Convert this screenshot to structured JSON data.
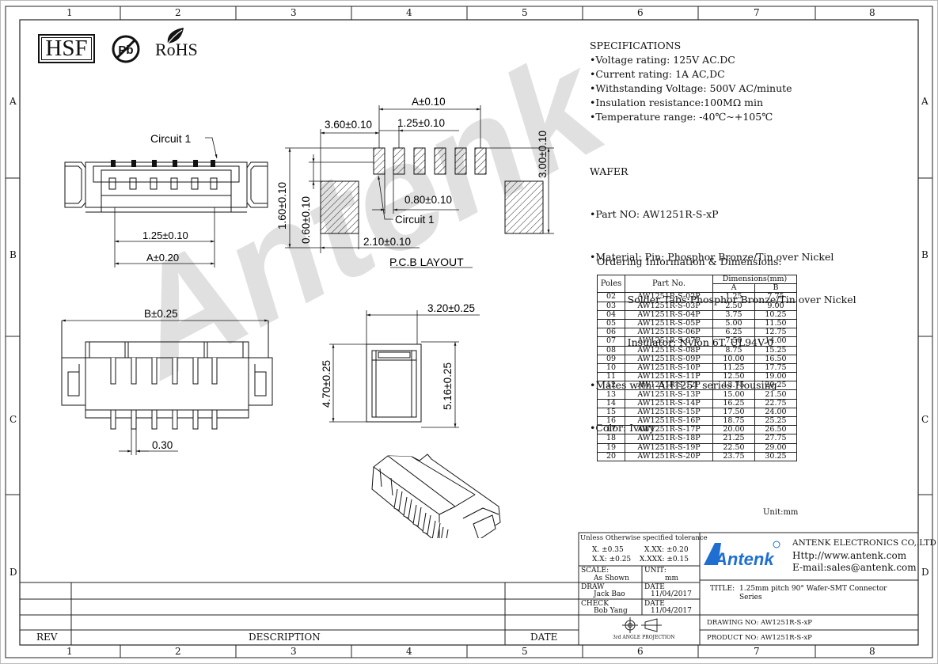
{
  "frame": {
    "columns": [
      "1",
      "2",
      "3",
      "4",
      "5",
      "6",
      "7",
      "8"
    ],
    "rows": [
      "A",
      "B",
      "C",
      "D"
    ]
  },
  "logos": {
    "hsf": "HSF",
    "pb": "Pb",
    "rohs": "RoHS"
  },
  "watermark": "Antenk",
  "drawing": {
    "circuit1_top": "Circuit 1",
    "circuit1_pcb": "Circuit 1",
    "pcb_layout": "P.C.B LAYOUT",
    "dims": {
      "front_pitch": "1.25±0.10",
      "front_a": "A±0.20",
      "pcb_a": "A±0.10",
      "pcb_360": "3.60±0.10",
      "pcb_pitch": "1.25±0.10",
      "pcb_300": "3.00±0.10",
      "pcb_160": "1.60±0.10",
      "pcb_060": "0.60±0.10",
      "pcb_080": "0.80±0.10",
      "pcb_210": "2.10±0.10",
      "side_b": "B±0.25",
      "side_030": "0.30",
      "end_320": "3.20±0.25",
      "end_470": "4.70±0.25",
      "end_516": "5.16±0.25"
    }
  },
  "specifications": {
    "title": "SPECIFICATIONS",
    "items": [
      "•Voltage rating: 125V AC.DC",
      "•Current rating: 1A AC,DC",
      "•Withstanding Voltage: 500V AC/minute",
      "•Insulation resistance:100MΩ  min",
      "•Temperature range: -40℃~+105℃"
    ]
  },
  "wafer": {
    "title": "WAFER",
    "lines": [
      "•Part NO: AW1251R-S-xP",
      "•Material: Pin: Phosphor Bronze/Tin over Nickel",
      "            Solder Tabs:Phosphor Bronze/Tin over Nickel",
      "            Insulator: Nylon 6T, UL94V-0",
      "•Mates with: AH1251 series Housing",
      "•Color: Ivory"
    ]
  },
  "ordering": {
    "title": "Ordering Information & Dimensions:",
    "headers": {
      "poles": "Poles",
      "part": "Part No.",
      "dims": "Dimensions(mm)",
      "a": "A",
      "b": "B"
    },
    "rows": [
      [
        "02",
        "AW1251R-S-02P",
        "1.25",
        "7.75"
      ],
      [
        "03",
        "AW1251R-S-03P",
        "2.50",
        "9.00"
      ],
      [
        "04",
        "AW1251R-S-04P",
        "3.75",
        "10.25"
      ],
      [
        "05",
        "AW1251R-S-05P",
        "5.00",
        "11.50"
      ],
      [
        "06",
        "AW1251R-S-06P",
        "6.25",
        "12.75"
      ],
      [
        "07",
        "AW1251R-S-07P",
        "7.50",
        "14.00"
      ],
      [
        "08",
        "AW1251R-S-08P",
        "8.75",
        "15.25"
      ],
      [
        "09",
        "AW1251R-S-09P",
        "10.00",
        "16.50"
      ],
      [
        "10",
        "AW1251R-S-10P",
        "11.25",
        "17.75"
      ],
      [
        "11",
        "AW1251R-S-11P",
        "12.50",
        "19.00"
      ],
      [
        "12",
        "AW1251R-S-12P",
        "13.75",
        "20.25"
      ],
      [
        "13",
        "AW1251R-S-13P",
        "15.00",
        "21.50"
      ],
      [
        "14",
        "AW1251R-S-14P",
        "16.25",
        "22.75"
      ],
      [
        "15",
        "AW1251R-S-15P",
        "17.50",
        "24.00"
      ],
      [
        "16",
        "AW1251R-S-16P",
        "18.75",
        "25.25"
      ],
      [
        "17",
        "AW1251R-S-17P",
        "20.00",
        "26.50"
      ],
      [
        "18",
        "AW1251R-S-18P",
        "21.25",
        "27.75"
      ],
      [
        "19",
        "AW1251R-S-19P",
        "22.50",
        "29.00"
      ],
      [
        "20",
        "AW1251R-S-20P",
        "23.75",
        "30.25"
      ]
    ],
    "unit": "Unit:mm"
  },
  "titleblock": {
    "tolerance_title": "Unless Otherwise specified tolerance",
    "tol_x": "X. ±0.35",
    "tol_xx": "X.XX: ±0.20",
    "tol_xdotx": "X.X: ±0.25",
    "tol_xxx": "X.XXX: ±0.15",
    "scale_label": "SCALE:",
    "scale_value": "As Shown",
    "unit_label": "UNIT:",
    "unit_value": "mm",
    "draw_label": "DRAW",
    "draw_name": "Jack Bao",
    "draw_date_label": "DATE",
    "draw_date": "11/04/2017",
    "check_label": "CHECK",
    "check_name": "Bob Yang",
    "check_date_label": "DATE",
    "check_date": "11/04/2017",
    "projection": "3rd ANGLE PROJECTION",
    "company_logo": "Antenk",
    "company": "ANTENK ELECTRONICS CO,.LTD",
    "website": "Http://www.antenk.com",
    "email": "E-mail:sales@antenk.com",
    "title_label": "TITLE:",
    "title_line1": "1.25mm pitch 90° Wafer-SMT Connector",
    "title_line2": "Series",
    "drawing_no": "DRAWING NO: AW1251R-S-xP",
    "product_no": "PRODUCT NO: AW1251R-S-xP",
    "rev": "REV",
    "description": "DESCRIPTION",
    "date": "DATE"
  }
}
